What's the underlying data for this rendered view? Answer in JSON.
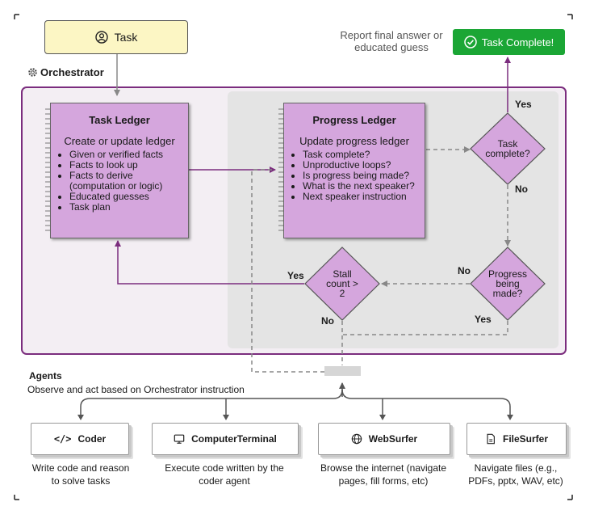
{
  "task": {
    "label": "Task"
  },
  "report": {
    "line1": "Report final answer or",
    "line2": "educated guess"
  },
  "task_complete": {
    "label": "Task Complete!"
  },
  "orchestrator": {
    "label": "Orchestrator"
  },
  "task_ledger": {
    "title": "Task Ledger",
    "subtitle": "Create or update ledger",
    "items": [
      "Given or verified facts",
      "Facts to look up",
      "Facts to derive (computation or logic)",
      "Educated guesses",
      "Task plan"
    ]
  },
  "progress_ledger": {
    "title": "Progress Ledger",
    "subtitle": "Update progress ledger",
    "items": [
      "Task complete?",
      "Unproductive loops?",
      "Is progress being made?",
      "What is the next speaker?",
      "Next speaker instruction"
    ]
  },
  "decisions": {
    "task_complete": {
      "line1": "Task",
      "line2": "complete?"
    },
    "progress": {
      "line1": "Progress",
      "line2": "being",
      "line3": "made?"
    },
    "stall": {
      "line1": "Stall",
      "line2": "count >",
      "line3": "2"
    }
  },
  "edge_labels": {
    "complete_yes": "Yes",
    "complete_no": "No",
    "progress_no": "No",
    "progress_yes": "Yes",
    "stall_yes": "Yes",
    "stall_no": "No"
  },
  "agents": {
    "title": "Agents",
    "subtitle": "Observe and act based on Orchestrator instruction",
    "items": [
      {
        "name": "Coder",
        "icon": "code-icon",
        "desc_line1": "Write code and reason",
        "desc_line2": "to solve tasks"
      },
      {
        "name": "ComputerTerminal",
        "icon": "monitor-icon",
        "desc_line1": "Execute code written by the",
        "desc_line2": "coder agent"
      },
      {
        "name": "WebSurfer",
        "icon": "globe-icon",
        "desc_line1": "Browse the internet (navigate",
        "desc_line2": "pages, fill forms, etc)"
      },
      {
        "name": "FileSurfer",
        "icon": "file-icon",
        "desc_line1": "Navigate files (e.g.,",
        "desc_line2": "PDFs, pptx, WAV, etc)"
      }
    ]
  },
  "colors": {
    "ledger_fill": "#d5a6dd",
    "orchestrator_border": "#7b2d7e",
    "task_fill": "#fcf6c4",
    "complete_fill": "#1ba635"
  }
}
